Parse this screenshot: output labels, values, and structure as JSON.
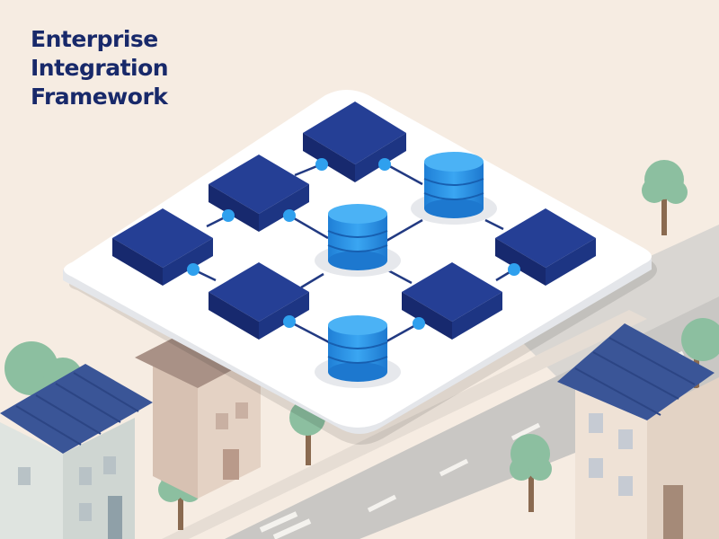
{
  "title": {
    "line1": "Enterprise",
    "line2": "Integration",
    "line3": "Framework"
  },
  "colors": {
    "background": "#f6ece2",
    "title_text": "#18296a",
    "service_block": "#1b3282",
    "database": "#2f97e6",
    "connector_dot": "#2fa0ee",
    "connector_line": "#223a82",
    "platform": "#ffffff",
    "house_roof": "#3a5597",
    "tree": "#8cbfa0",
    "road": "#bfbdbb"
  },
  "diagram": {
    "service_blocks": [
      {
        "id": "svc-top"
      },
      {
        "id": "svc-upper-left"
      },
      {
        "id": "svc-left"
      },
      {
        "id": "svc-center-left"
      },
      {
        "id": "svc-center-right"
      },
      {
        "id": "svc-right"
      }
    ],
    "databases": [
      {
        "id": "db-top-right"
      },
      {
        "id": "db-center"
      },
      {
        "id": "db-bottom"
      }
    ],
    "connections": [
      {
        "from": "svc-top",
        "to": "svc-upper-left"
      },
      {
        "from": "svc-top",
        "to": "db-top-right"
      },
      {
        "from": "svc-upper-left",
        "to": "svc-left"
      },
      {
        "from": "svc-upper-left",
        "to": "db-center"
      },
      {
        "from": "db-center",
        "to": "db-top-right"
      },
      {
        "from": "svc-left",
        "to": "svc-center-left"
      },
      {
        "from": "svc-center-left",
        "to": "db-center"
      },
      {
        "from": "svc-center-left",
        "to": "db-bottom"
      },
      {
        "from": "db-center",
        "to": "svc-center-right"
      },
      {
        "from": "svc-center-right",
        "to": "db-bottom"
      },
      {
        "from": "db-top-right",
        "to": "svc-right"
      },
      {
        "from": "svc-right",
        "to": "svc-center-right"
      }
    ]
  }
}
